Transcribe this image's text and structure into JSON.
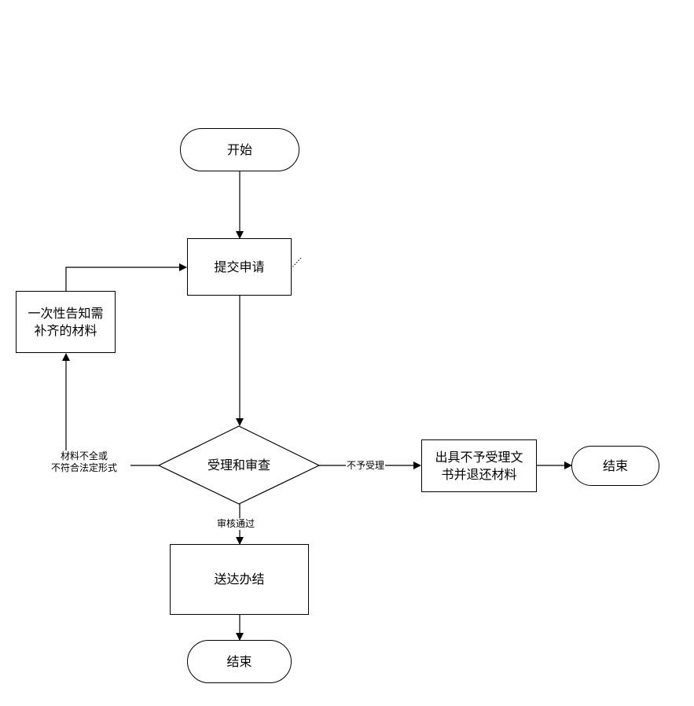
{
  "nodes": {
    "start": "开始",
    "submit": "提交申请",
    "notify_line1": "一次性告知需",
    "notify_line2": "补齐的材料",
    "review": "受理和审查",
    "reject_line1": "出具不予受理文",
    "reject_line2": "书并退还材料",
    "end_right": "结束",
    "deliver": "送达办结",
    "end_bottom": "结束"
  },
  "edges": {
    "incomplete_line1": "材料不全或",
    "incomplete_line2": "不符合法定形式",
    "not_accepted": "不予受理",
    "approved": "审核通过"
  }
}
